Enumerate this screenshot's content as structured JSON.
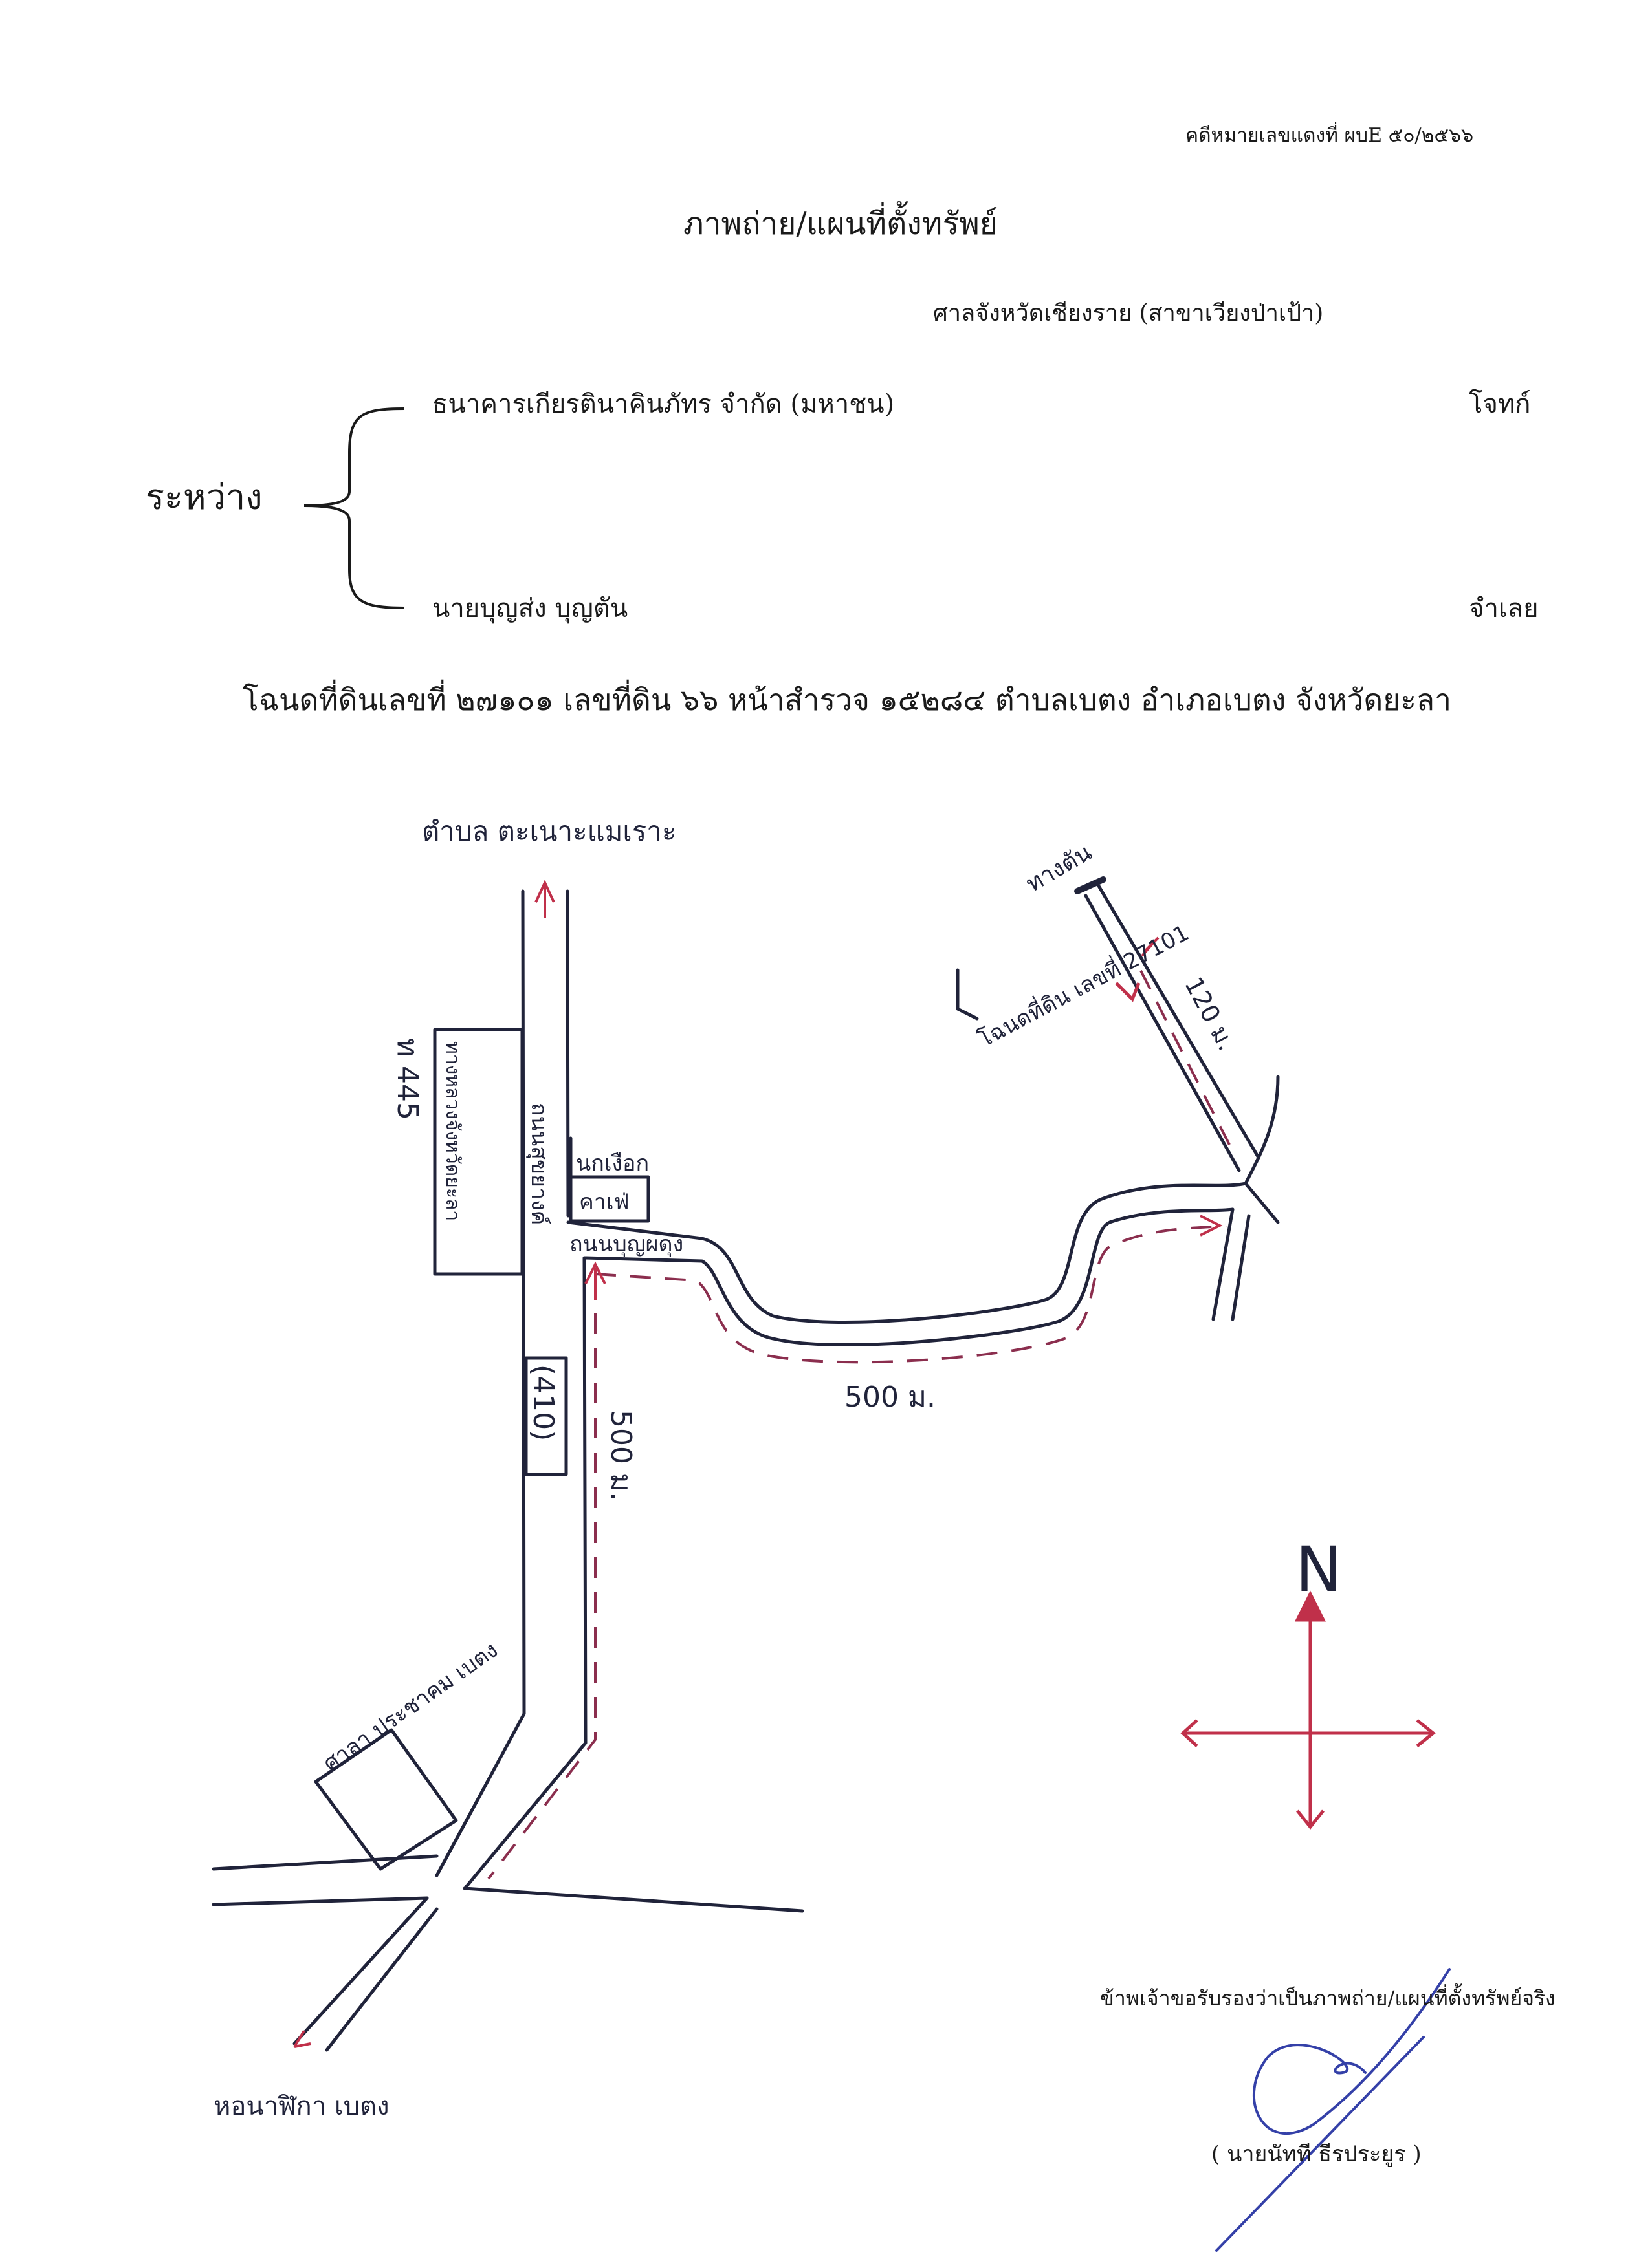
{
  "header": {
    "case_number": "คดีหมายเลขแดงที่ ผบE ๕๐/๒๕๖๖",
    "title": "ภาพถ่าย/แผนที่ตั้งทรัพย์",
    "court": "ศาลจังหวัดเชียงราย (สาขาเวียงป่าเป้า)"
  },
  "parties": {
    "between_label": "ระหว่าง",
    "plaintiff_name": "ธนาคารเกียรตินาคินภัทร จำกัด (มหาชน)",
    "plaintiff_role": "โจทก์",
    "defendant_name": "นายบุญส่ง บุญตัน",
    "defendant_role": "จำเลย"
  },
  "deed_line": "โฉนดที่ดินเลขที่ ๒๗๑๐๑ เลขที่ดิน ๖๖ หน้าสำรวจ ๑๕๒๘๔ ตำบลเบตง อำเภอเบตง จังหวัดยะลา",
  "map": {
    "north_label": "N",
    "dist_vertical": "500 ม.",
    "dist_horizontal": "500 ม.",
    "dist_branch": "120 ม.",
    "route_number": "(410)",
    "road_number_left": "ท 445",
    "handwritten_notes": [
      "ตำบล ตะเนาะแมเราะ",
      "ทางตัน",
      "โฉนดที่ดิน เลขที่ 27101",
      "ถนนสุขยางค์",
      "นกเงือก",
      "คาเฟ่",
      "ถนนบุญผดุง",
      "ศาลา ประชาคม เบตง",
      "หอนาฬิกา เบตง",
      "ทางหลวงจังหวัดยะลา"
    ],
    "colors": {
      "ink": "#20233a",
      "route": "#8b2e4e",
      "arrow": "#c0304a"
    }
  },
  "footer": {
    "certify_text": "ข้าพเจ้าขอรับรองว่าเป็นภาพถ่าย/แผนที่ตั้งทรัพย์จริง",
    "signer_name": "( นายนัทที ธีรประยูร )"
  }
}
